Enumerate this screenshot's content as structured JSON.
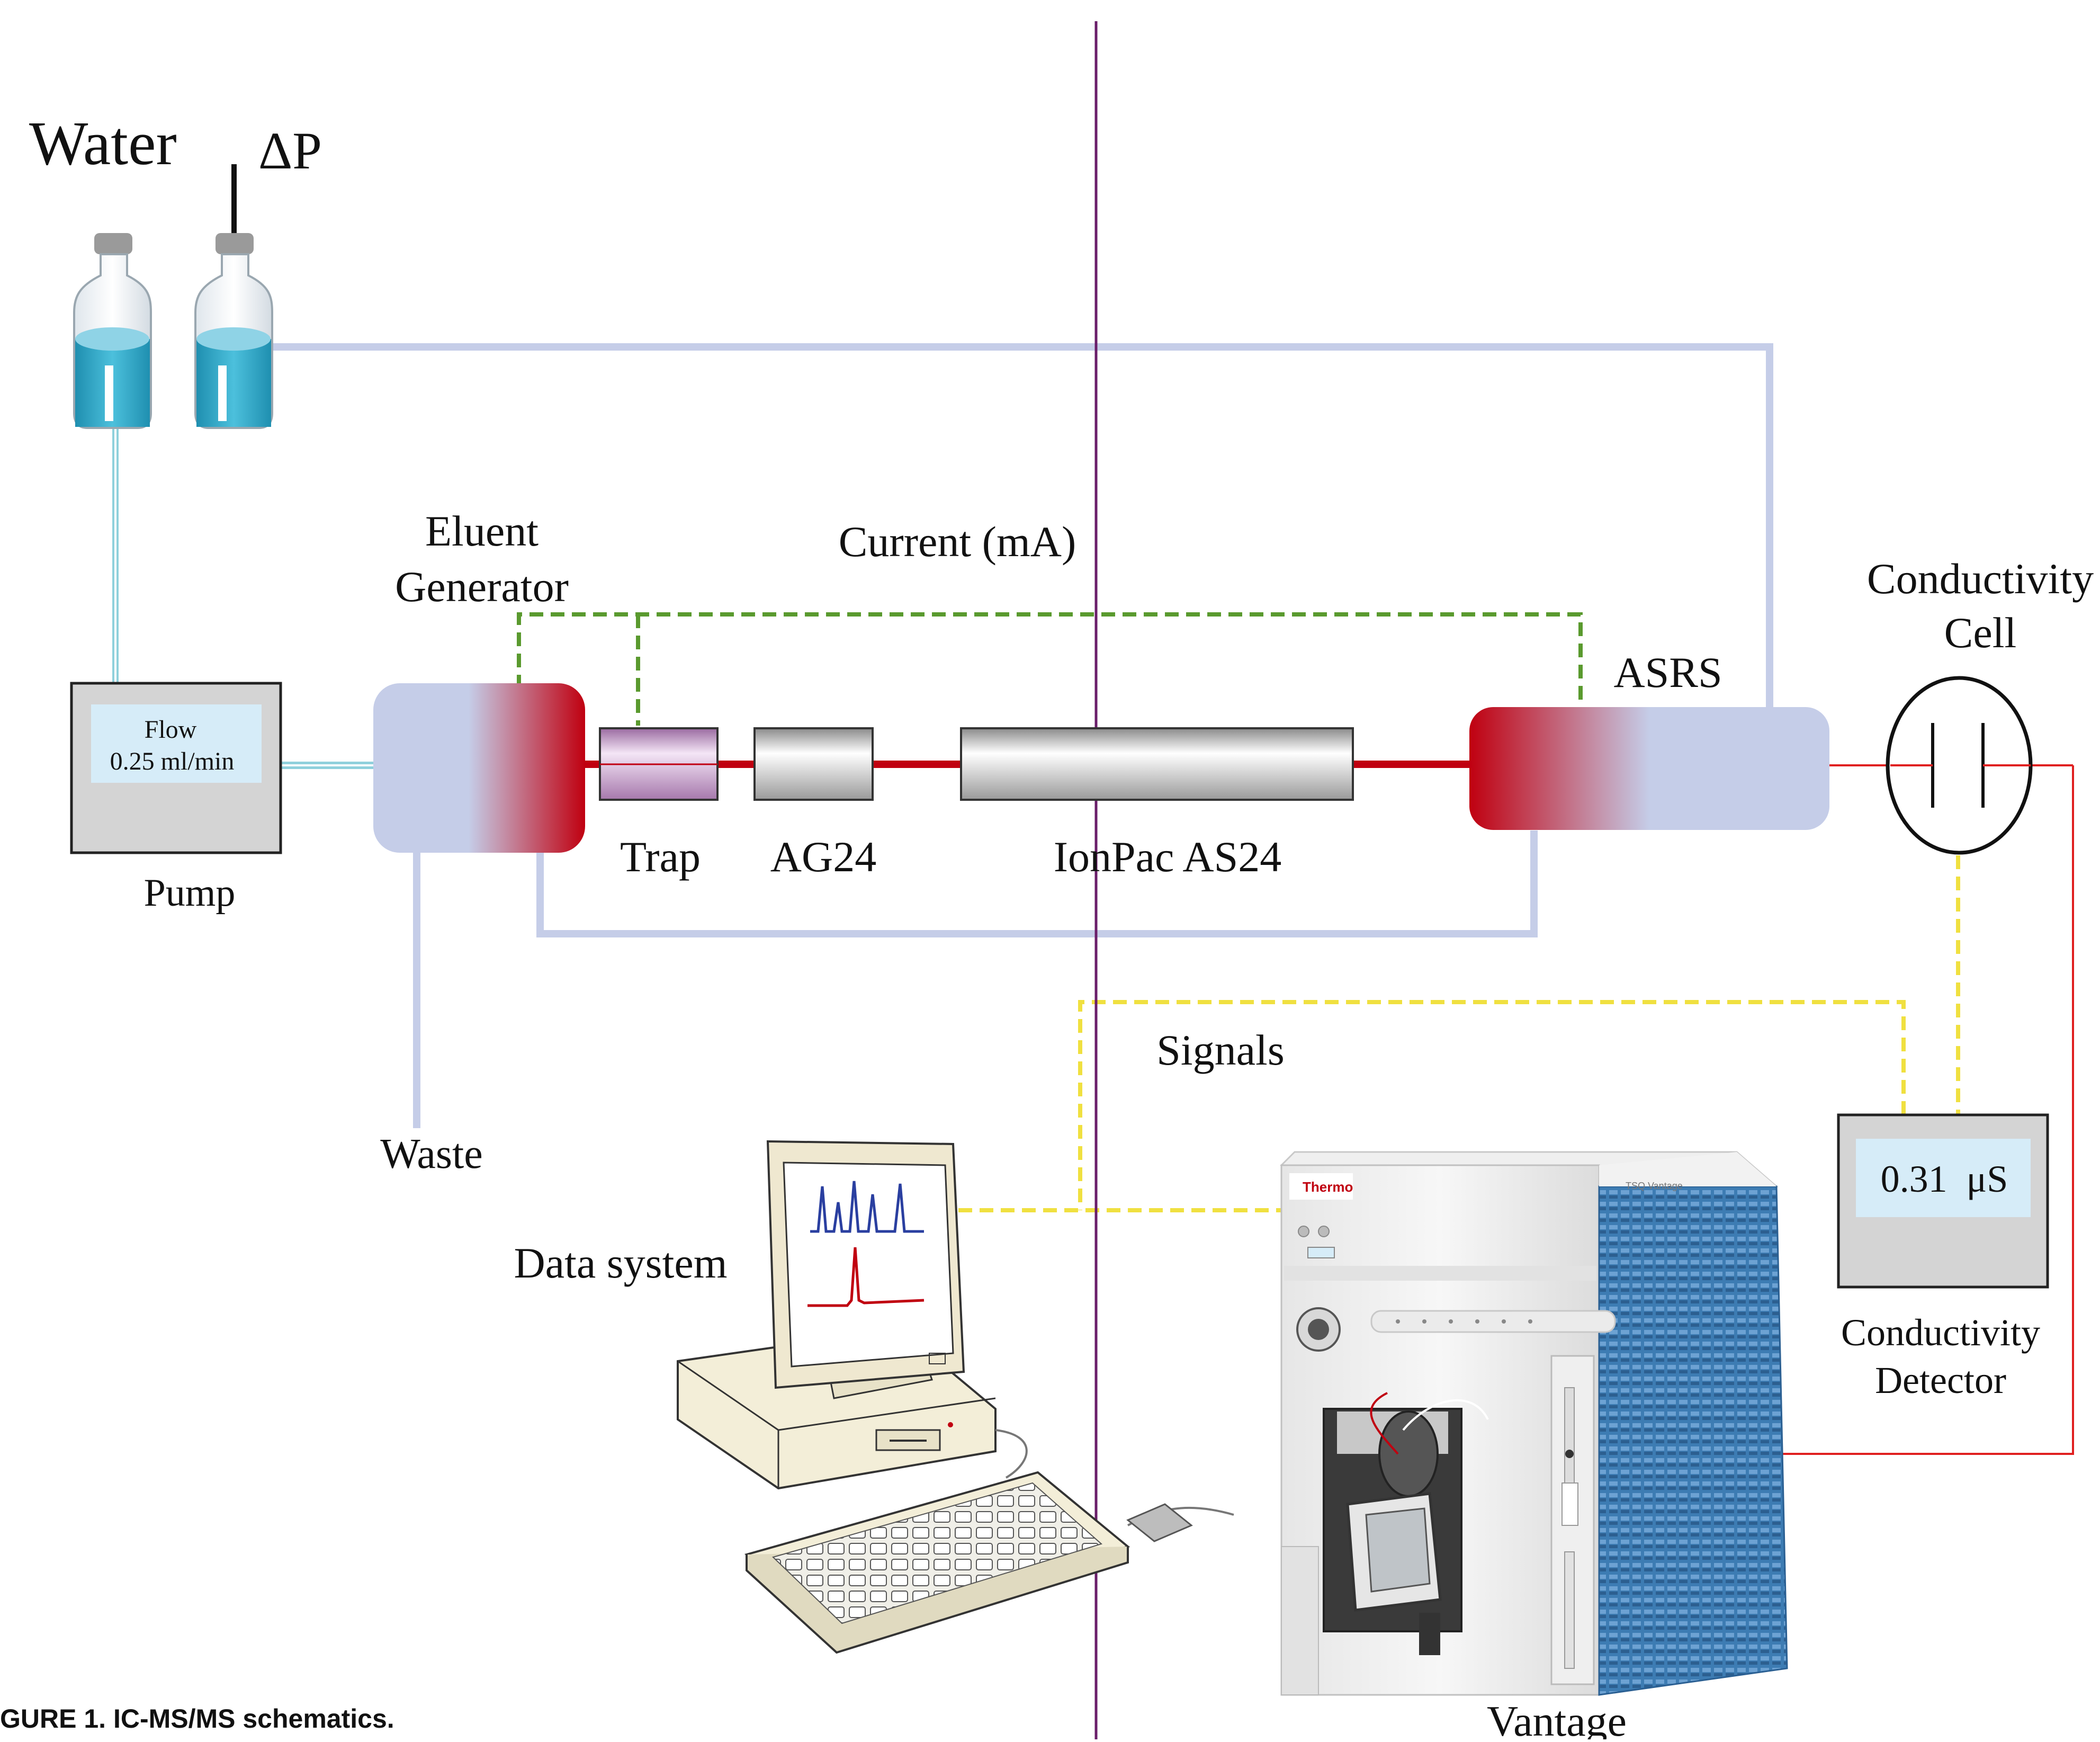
{
  "labels": {
    "water": "Water",
    "delta_p": "ΔP",
    "eluent_generator_line1": "Eluent",
    "eluent_generator_line2": "Generator",
    "current": "Current (mA)",
    "conductivity_cell_line1": "Conductivity",
    "conductivity_cell_line2": "Cell",
    "asrs": "ASRS",
    "pump_flow_line1": "Flow",
    "pump_flow_line2": "0.25 ml/min",
    "pump": "Pump",
    "trap": "Trap",
    "ag24": "AG24",
    "ionpac": "IonPac AS24",
    "waste": "Waste",
    "signals": "Signals",
    "data_system": "Data system",
    "detector_reading": "0.31  μS",
    "conductivity_detector_line1": "Conductivity",
    "conductivity_detector_line2": "Detector",
    "vantage": "Vantage",
    "ms_brand": "Thermo",
    "ms_model": "TSQ Vantage",
    "caption": "GURE 1.  IC-MS/MS schematics."
  },
  "colors": {
    "tubing": "#c5cde8",
    "tubing_teal": "#8fd0dc",
    "eluent_flow": "#c00010",
    "current_line": "#5a9a2e",
    "signal_line": "#f0e040",
    "divider": "#6a1e6a",
    "water": "#2aa6c8",
    "trap": "#c9a2cf",
    "column": "#bdbdbd",
    "ms_blue": "#3d7cb3"
  }
}
